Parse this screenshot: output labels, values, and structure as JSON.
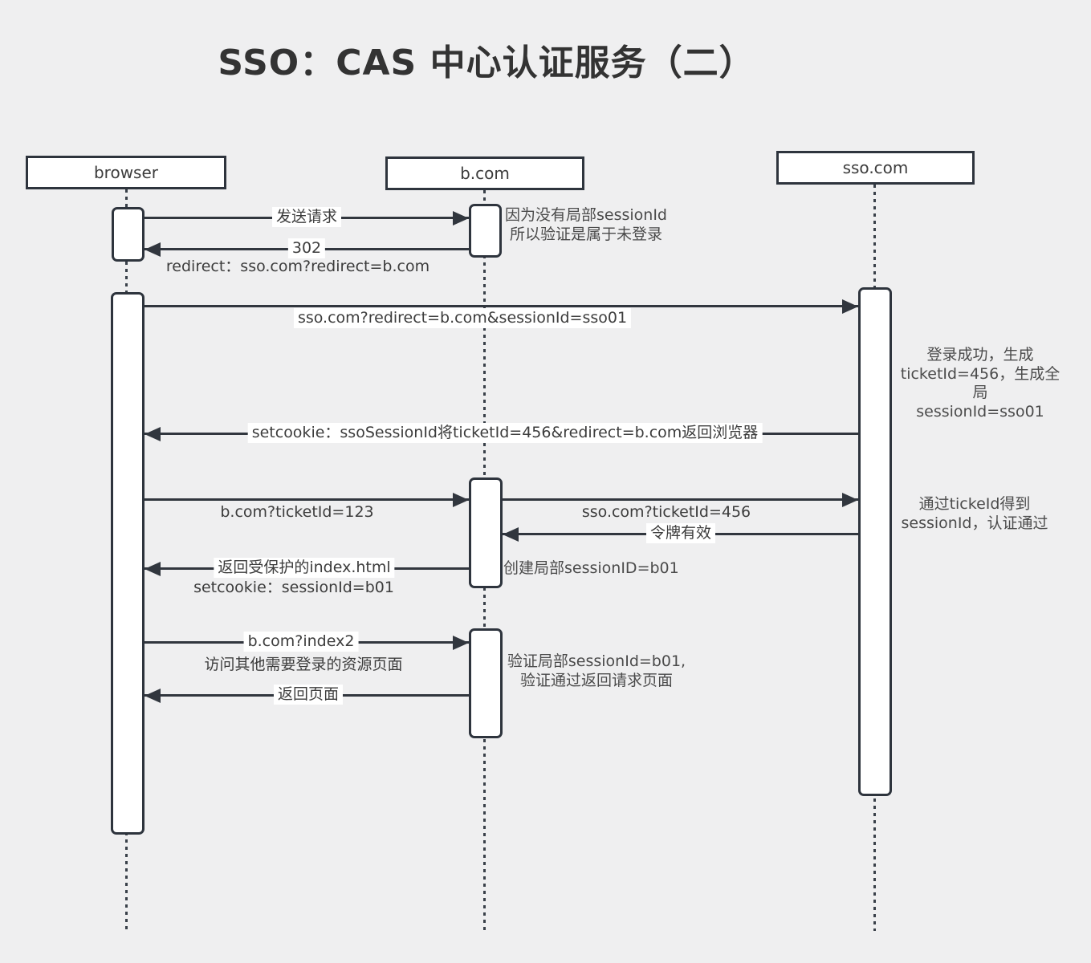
{
  "title": "SSO：CAS 中心认证服务（二）",
  "diagram_type": "sequence-diagram",
  "actors": [
    {
      "id": "browser",
      "label": "browser"
    },
    {
      "id": "bcom",
      "label": "b.com"
    },
    {
      "id": "ssocom",
      "label": "sso.com"
    }
  ],
  "messages": [
    {
      "from": "browser",
      "to": "b.com",
      "label": "发送请求"
    },
    {
      "from": "b.com",
      "to": "browser",
      "label": "302",
      "sublabel": "redirect：sso.com?redirect=b.com"
    },
    {
      "from": "browser",
      "to": "sso.com",
      "label": "sso.com?redirect=b.com&sessionId=sso01"
    },
    {
      "from": "sso.com",
      "to": "browser",
      "label": "setcookie：ssoSessionId将ticketId=456&redirect=b.com返回浏览器"
    },
    {
      "from": "browser",
      "to": "b.com",
      "label": "b.com?ticketId=123"
    },
    {
      "from": "b.com",
      "to": "sso.com",
      "label": "sso.com?ticketId=456"
    },
    {
      "from": "sso.com",
      "to": "b.com",
      "label": "令牌有效"
    },
    {
      "from": "b.com",
      "to": "browser",
      "label": "返回受保护的index.html",
      "sublabel": "setcookie：sessionId=b01"
    },
    {
      "from": "browser",
      "to": "b.com",
      "label": "b.com?index2",
      "sublabel": "访问其他需要登录的资源页面"
    },
    {
      "from": "b.com",
      "to": "browser",
      "label": "返回页面"
    }
  ],
  "notes": [
    {
      "attached_to": "b.com",
      "text": "因为没有局部sessionId\n所以验证是属于未登录"
    },
    {
      "attached_to": "sso.com",
      "text": "登录成功，生成\nticketId=456，生成全局\nsessionId=sso01"
    },
    {
      "attached_to": "sso.com",
      "text": "通过tickeId得到\nsessionId，认证通过"
    },
    {
      "attached_to": "b.com",
      "text": "创建局部sessionID=b01"
    },
    {
      "attached_to": "b.com",
      "text": "验证局部sessionId=b01,\n验证通过返回请求页面"
    }
  ],
  "colors": {
    "background": "#efeff0",
    "line": "#31363e",
    "box_fill": "#ffffff",
    "box_border": "#2e343d",
    "text": "#3c3c3c",
    "note_text": "#4b4b4b"
  }
}
